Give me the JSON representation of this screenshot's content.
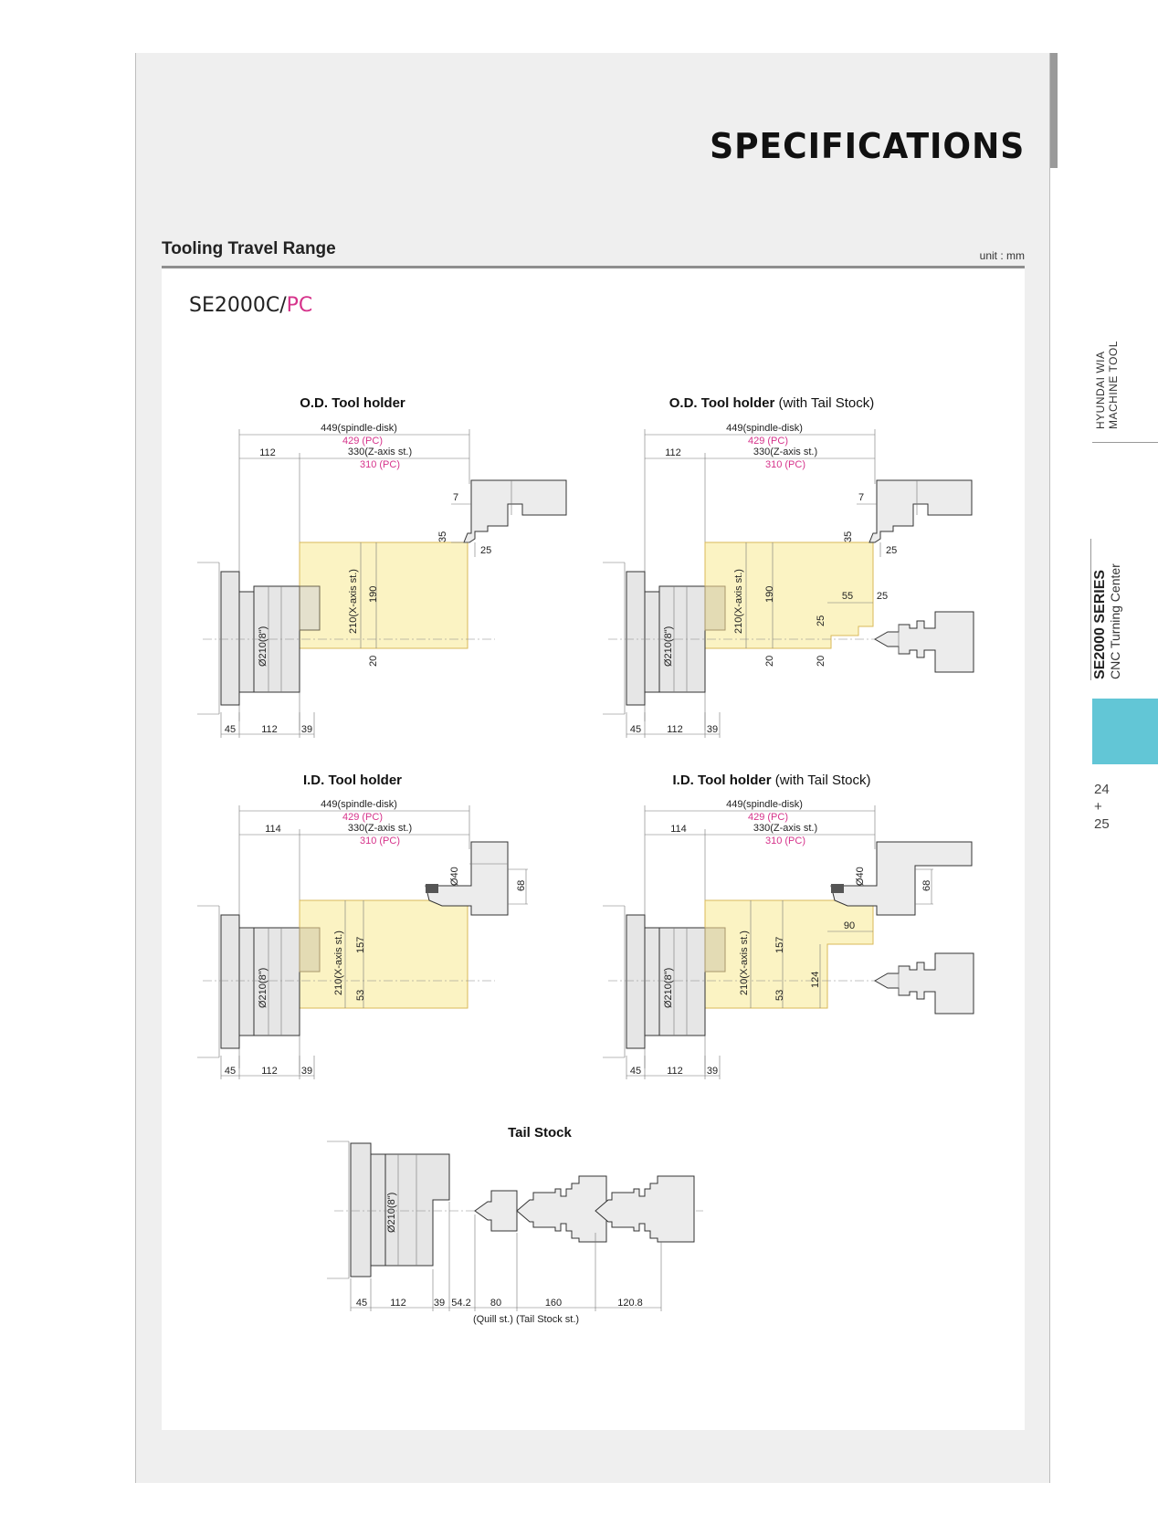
{
  "header": {
    "title": "SPECIFICATIONS"
  },
  "section": {
    "title": "Tooling Travel Range",
    "unit": "unit : mm"
  },
  "model": {
    "name": "SE2000C/",
    "variant": "PC"
  },
  "sidebar": {
    "brand_line1": "HYUNDAI WIA",
    "brand_line2": "MACHINE TOOL",
    "series": "SE2000 SERIES",
    "series_sub": "CNC Turning Center",
    "page_from": "24",
    "page_sep": "+",
    "page_to": "25"
  },
  "colors": {
    "accent_pink": "#d6338b",
    "travel_fill": "#fbf3c3",
    "travel_stroke": "#d9b95a",
    "tab_cyan": "#62c6d6"
  },
  "diagrams": {
    "od": {
      "title": "O.D. Tool holder",
      "suffix": "",
      "dim_spindle": "449(spindle-disk)",
      "dim_spindle_pc": "429 (PC)",
      "dim_z": "330(Z-axis st.)",
      "dim_z_pc": "310 (PC)",
      "dim_left": "112",
      "dim_7": "7",
      "dim_35": "35",
      "dim_25": "25",
      "dim_x": "210(X-axis st.)",
      "dim_190": "190",
      "dim_20": "20",
      "chuck": "Ø210(8\")",
      "bottom_45": "45",
      "bottom_112": "112",
      "bottom_39": "39"
    },
    "od_ts": {
      "title": "O.D. Tool holder",
      "suffix": " (with Tail Stock)",
      "dim_spindle": "449(spindle-disk)",
      "dim_spindle_pc": "429 (PC)",
      "dim_z": "330(Z-axis st.)",
      "dim_z_pc": "310 (PC)",
      "dim_left": "112",
      "dim_7": "7",
      "dim_35": "35",
      "dim_25": "25",
      "dim_x": "210(X-axis st.)",
      "dim_190": "190",
      "dim_55": "55",
      "dim_25b": "25",
      "dim_25c": "25",
      "dim_20": "20",
      "dim_20b": "20",
      "chuck": "Ø210(8\")",
      "bottom_45": "45",
      "bottom_112": "112",
      "bottom_39": "39"
    },
    "id": {
      "title": "I.D. Tool holder",
      "suffix": "",
      "dim_spindle": "449(spindle-disk)",
      "dim_spindle_pc": "429 (PC)",
      "dim_z": "330(Z-axis st.)",
      "dim_z_pc": "310 (PC)",
      "dim_left": "114",
      "dim_40": "Ø40",
      "dim_68": "68",
      "dim_x": "210(X-axis st.)",
      "dim_157": "157",
      "dim_53": "53",
      "chuck": "Ø210(8\")",
      "bottom_45": "45",
      "bottom_112": "112",
      "bottom_39": "39"
    },
    "id_ts": {
      "title": "I.D. Tool holder",
      "suffix": " (with Tail Stock)",
      "dim_spindle": "449(spindle-disk)",
      "dim_spindle_pc": "429 (PC)",
      "dim_z": "330(Z-axis st.)",
      "dim_z_pc": "310 (PC)",
      "dim_left": "114",
      "dim_40": "Ø40",
      "dim_68": "68",
      "dim_90": "90",
      "dim_x": "210(X-axis st.)",
      "dim_157": "157",
      "dim_53": "53",
      "dim_124": "124",
      "chuck": "Ø210(8\")",
      "bottom_45": "45",
      "bottom_112": "112",
      "bottom_39": "39"
    },
    "tail": {
      "title": "Tail Stock",
      "chuck": "Ø210(8\")",
      "b45": "45",
      "b112": "112",
      "b39": "39",
      "b542": "54.2",
      "b80": "80",
      "b160": "160",
      "b1208": "120.8",
      "caption": "(Quill st.) (Tail Stock st.)"
    }
  }
}
